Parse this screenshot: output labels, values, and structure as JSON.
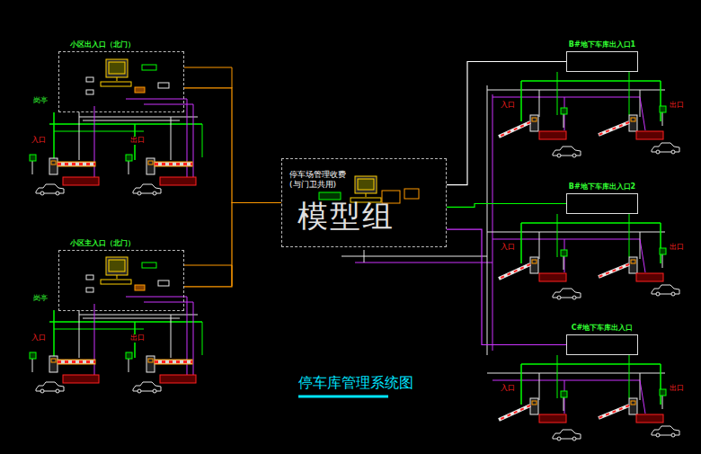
{
  "diagram": {
    "title": "停车库管理系统图",
    "nodes": [
      {
        "text": [
          "小区出入口（北门）"
        ]
      },
      {
        "text": [
          "小区主入口（北门）"
        ]
      },
      {
        "text": [
          "停车场管理收费 (与门卫共用)"
        ]
      },
      {
        "text": [
          "B#地下车库出入口1"
        ]
      },
      {
        "text": [
          "B#地下车库出入口2"
        ]
      },
      {
        "text": [
          "C#地下车库出入口"
        ]
      }
    ],
    "edges": [
      {
        "from": 0,
        "to": 2,
        "arrow": "none"
      },
      {
        "from": 1,
        "to": 2,
        "arrow": "none"
      },
      {
        "from": 2,
        "to": 3,
        "arrow": "none"
      },
      {
        "from": 2,
        "to": 4,
        "arrow": "none"
      },
      {
        "from": 2,
        "to": 5,
        "arrow": "none"
      }
    ],
    "labels": [
      "岗亭",
      "入口",
      "出口",
      "岗亭",
      "入口",
      "出口",
      "入口",
      "出口",
      "入口",
      "出口",
      "入口",
      "出口",
      "模型组"
    ]
  }
}
